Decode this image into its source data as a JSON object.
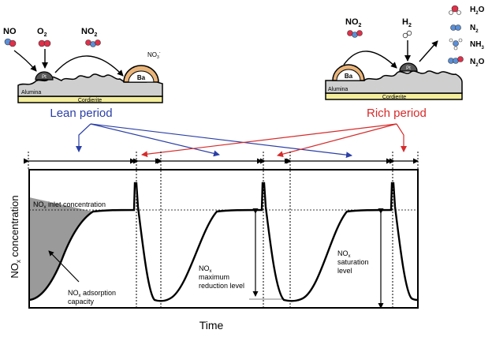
{
  "schematics": {
    "lean": {
      "gas_no": "NO",
      "gas_o2": "O",
      "gas_o2_sub": "2",
      "gas_no2": "NO",
      "gas_no2_sub": "2",
      "pt_label": "Pt",
      "ba_label": "Ba",
      "nitrate": "NO",
      "nitrate_sub": "3",
      "nitrate_sup": "-",
      "alumina": "Alumina",
      "cordierite": "Cordierite",
      "period_label": "Lean period"
    },
    "rich": {
      "gas_no2": "NO",
      "gas_no2_sub": "2",
      "gas_h2": "H",
      "gas_h2_sub": "2",
      "pt_label": "Pt",
      "ba_label": "Ba",
      "alumina": "Alumina",
      "cordierite": "Cordierite",
      "period_label": "Rich period"
    }
  },
  "legend": {
    "h2o": "H",
    "h2o_sub": "2",
    "h2o_tail": "O",
    "n2": "N",
    "n2_sub": "2",
    "nh3": "NH",
    "nh3_sub": "3",
    "n2o": "N",
    "n2o_sub": "2",
    "n2o_tail": "O"
  },
  "plot": {
    "y_label": "NO",
    "y_label_sub": "x",
    "y_label_tail": " concentration",
    "x_label": "Time",
    "inlet_pre": "NO",
    "inlet_sub": "x",
    "inlet_tail": " inlet concentration",
    "adsorption_line1_pre": "NO",
    "adsorption_line1_sub": "x",
    "adsorption_line1_tail": " adsorption",
    "adsorption_line2": "capacity",
    "reduction_line1_pre": "NO",
    "reduction_line1_sub": "x",
    "reduction_line2": "maximum",
    "reduction_line3": "reduction level",
    "saturation_line1_pre": "NO",
    "saturation_line1_sub": "x",
    "saturation_line2": "saturation",
    "saturation_line3": "level"
  },
  "colors": {
    "lean": "#2b3fa6",
    "rich": "#d62b2b",
    "red_atom": "#e0304a",
    "blue_atom": "#5a8fd8",
    "alumina": "#cfcfcf",
    "cordierite": "#f4ee9c",
    "barium": "#eab57a",
    "adsorption_fill": "#9a9a9a"
  }
}
